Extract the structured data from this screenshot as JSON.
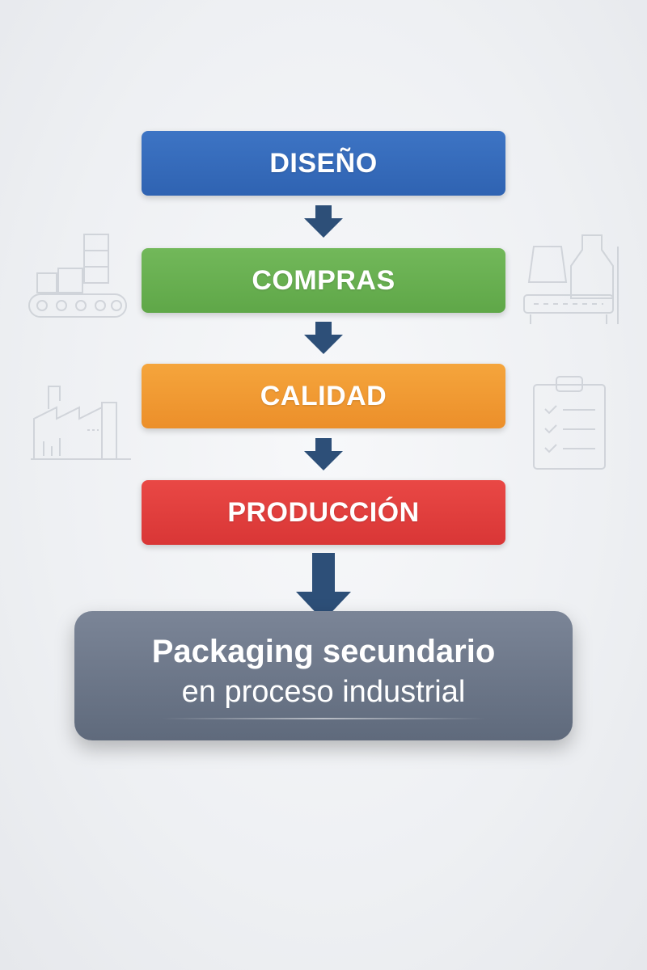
{
  "steps": [
    {
      "label": "DISEÑO",
      "color": "#3568b8"
    },
    {
      "label": "COMPRAS",
      "color": "#66ad4f"
    },
    {
      "label": "CALIDAD",
      "color": "#f09b32"
    },
    {
      "label": "PRODUCCIÓN",
      "color": "#e03f3d"
    }
  ],
  "final": {
    "title": "Packaging secundario",
    "subtitle": "en proceso industrial",
    "color": "#6b7587"
  },
  "arrow_color": "#2d4f78",
  "background_icons": [
    "conveyor-icon",
    "machine-icon",
    "factory-icon",
    "checklist-icon"
  ]
}
